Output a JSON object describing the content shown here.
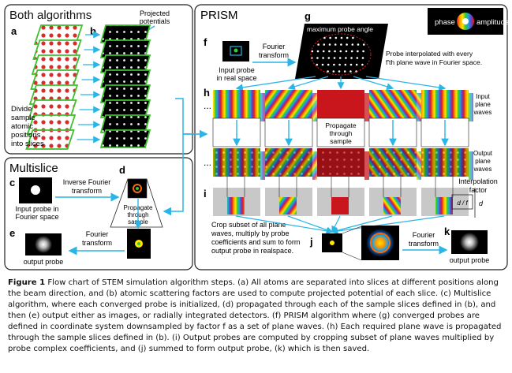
{
  "panels": {
    "both": {
      "title": "Both algorithms",
      "a": "a",
      "b": "b",
      "projected_potentials": [
        "Projected",
        "potentials"
      ],
      "divide_text": [
        "Divide",
        "sample",
        "atomic",
        "positions",
        "into slices"
      ]
    },
    "multislice": {
      "title": "Multislice",
      "c": "c",
      "d": "d",
      "e": "e",
      "input_probe": [
        "Input probe in",
        "Fourier space"
      ],
      "inverse_fourier": [
        "Inverse Fourier",
        "transform"
      ],
      "propagate": [
        "Propagate",
        "through",
        "sample"
      ],
      "fourier": [
        "Fourier",
        "transform"
      ],
      "output_probe": "output probe"
    },
    "prism": {
      "title": "PRISM",
      "f": "f",
      "g": "g",
      "h": "h",
      "i": "i",
      "j": "j",
      "k": "k",
      "legend_phase": "phase",
      "legend_amplitude": "amplitude",
      "max_probe_angle": "maximum probe angle",
      "fourier_transform": [
        "Fourier",
        "transform"
      ],
      "input_probe": [
        "Input probe",
        "in real space"
      ],
      "interp_text": [
        "Probe interpolated with every",
        "f'th plane wave in Fourier space."
      ],
      "ellipsis": "...",
      "input_plane_waves": [
        "Input",
        "plane",
        "waves"
      ],
      "propagate": [
        "Propagate",
        "through",
        "sample"
      ],
      "output_plane_waves": [
        "Output",
        "plane",
        "waves"
      ],
      "interp_factor": [
        "Interpolation",
        "factor"
      ],
      "d_over_f": "d / f",
      "d": "d",
      "crop_text": [
        "Crop subset of all plane",
        "waves, multiply by probe",
        "coefficients and sum to form",
        "output probe in realspace."
      ],
      "fourier_k": [
        "Fourier",
        "transform"
      ],
      "output_probe": "output probe"
    }
  },
  "caption": {
    "label": "Figure 1",
    "text": "Flow chart of STEM simulation algorithm steps. (a) All atoms are separated into slices at different positions along the beam direction, and (b) atomic scattering factors are used to compute projected potential of each slice. (c) Multislice algorithm, where each converged probe is initialized, (d) propagated through each of the sample slices defined in (b), and then (e) output either as images, or radially integrated detectors. (f) PRISM algorithm where (g) converged probes are defined in coordinate system downsampled by factor f as a set of plane waves. (h) Each required plane wave is propagated through the sample slices defined in (b). (i) Output probes are computed by cropping subset of plane waves multiplied by probe complex coefficients, and (j) summed to form output probe, (k) which is then saved."
  },
  "colors": {
    "slice_border": "#3fbf2e",
    "arrow": "#29b6e6",
    "atom": "#d92b2b",
    "panel_border": "#222222",
    "wave_red": "#c8161c"
  }
}
